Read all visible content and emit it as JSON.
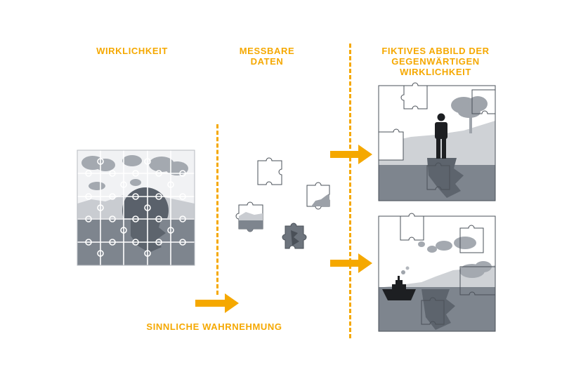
{
  "headings": {
    "wirklichkeit": [
      "WIRKLICHKEIT"
    ],
    "messbare_daten": [
      "MESSBARE",
      "DATEN"
    ],
    "fiktives_abbild": [
      "FIKTIVES ABBILD DER",
      "GEGENWÄRTIGEN",
      "WIRKLICHKEIT"
    ],
    "sinnliche_wahrnehmung": [
      "SINNLICHE WAHRNEHMUNG"
    ]
  },
  "colors": {
    "accent": "#f5a800",
    "sky_light": "#e3e5e8",
    "cloud": "#9fa4ab",
    "sun": "#5a616b",
    "water": "#7e858e",
    "water_dark": "#5d646d",
    "ground": "#cfd2d6",
    "figure": "#1d1f22"
  },
  "icons": [
    "puzzle-icon",
    "person-icon",
    "tree-icon",
    "ship-icon",
    "cloud-icon",
    "sun-icon",
    "arrow-right-icon"
  ]
}
